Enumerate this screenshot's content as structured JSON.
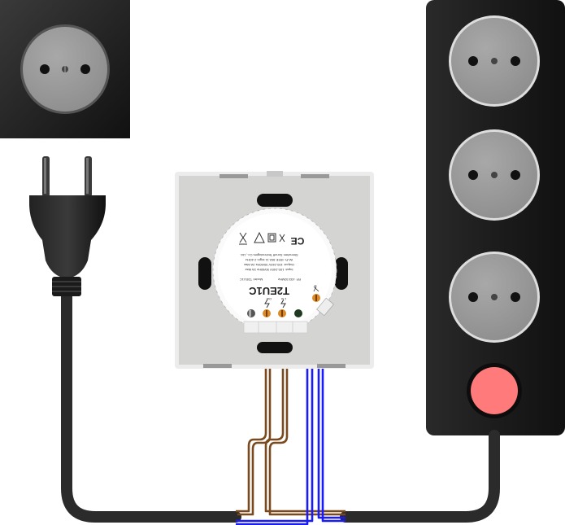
{
  "device": {
    "model_name": "T2EU1C",
    "model_line": "Model: T2EU1C",
    "rf_line": "RF: 433.92MHz",
    "input_line": "Input: 100-240V 50/60Hz 2A Max",
    "output_line": "Output: 100-240V 50/60Hz 2A Max",
    "wifi_line": "Wi-Fi: IEEE 802.11 b/g/n 2.4GHz",
    "maker_line": "Shenzhen Sonoff Technologies Co., Ltd.",
    "terminal_out_label": "Out",
    "terminal_lin_label": "L in",
    "terminal_ne_label": "N",
    "cert_ce": "CE"
  },
  "colors": {
    "socket_dark": "#1a1a1a",
    "socket_face": "#9e9e9e",
    "wire_brown": "#7a4a1e",
    "wire_blue": "#1a1aff",
    "cable_black": "#2b2b2b",
    "switch_red": "#ff7a7a",
    "switch_panel": "#d4d4d2"
  },
  "icons": {
    "wall_socket": "wall-socket-icon",
    "power_strip": "power-strip-icon",
    "plug": "plug-icon",
    "power_switch": "power-button-icon"
  }
}
